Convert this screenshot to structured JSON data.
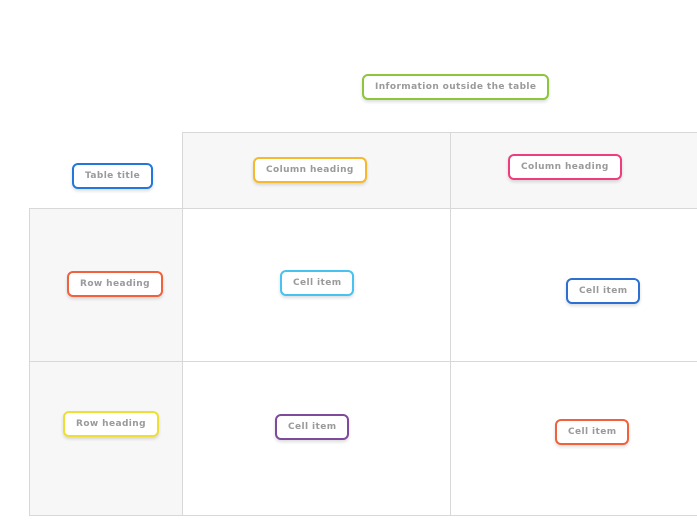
{
  "diagram": {
    "description_colors": {
      "grid_line": "#d8d8d8",
      "band_background": "#f7f7f7",
      "label_text": "#9a9a9a",
      "page_background": "#ffffff"
    }
  },
  "labels": {
    "info_outside": {
      "text": "Information outside the table",
      "color": "#8cc63e"
    },
    "table_title": {
      "text": "Table title",
      "color": "#2277dd"
    },
    "column_heading_1": {
      "text": "Column heading",
      "color": "#f5b82e"
    },
    "column_heading_2": {
      "text": "Column heading",
      "color": "#ee3d7f"
    },
    "row_heading_1": {
      "text": "Row heading",
      "color": "#f0613c"
    },
    "row_heading_2": {
      "text": "Row heading",
      "color": "#efdf34"
    },
    "cell_item_1": {
      "text": "Cell item",
      "color": "#47c2f1"
    },
    "cell_item_2": {
      "text": "Cell item",
      "color": "#2e6fd2"
    },
    "cell_item_3": {
      "text": "Cell item",
      "color": "#7e4a9c"
    },
    "cell_item_4": {
      "text": "Cell item",
      "color": "#f0613c"
    }
  }
}
